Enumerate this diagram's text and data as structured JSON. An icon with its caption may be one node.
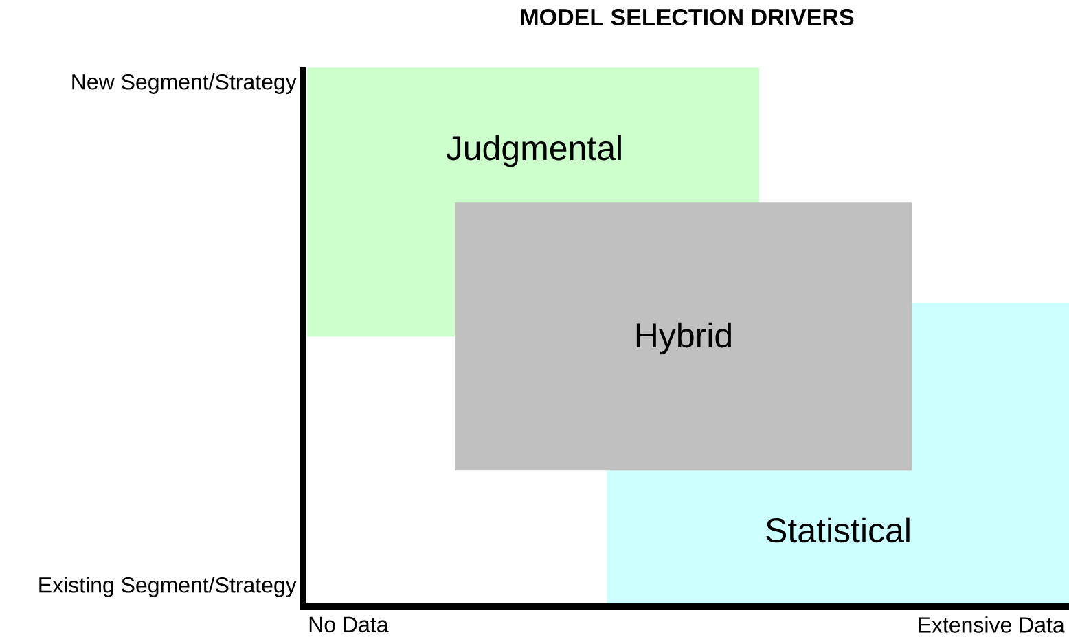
{
  "diagram": {
    "title": "MODEL SELECTION DRIVERS",
    "nodes": [
      {
        "text": [
          "Judgmental"
        ]
      },
      {
        "text": [
          "Hybrid"
        ]
      },
      {
        "text": [
          "Statistical"
        ]
      }
    ],
    "labels": [
      "New Segment/Strategy",
      "Existing Segment/Strategy",
      "No Data",
      "Extensive Data"
    ]
  }
}
